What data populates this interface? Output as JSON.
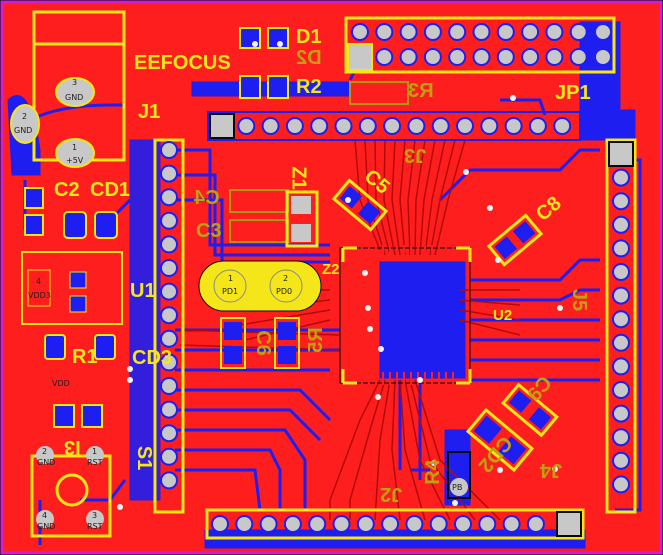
{
  "board": {
    "colors": {
      "top_copper": "#ff1e1e",
      "bottom_copper": "#1e1ef0",
      "silkscreen": "#f5e61a",
      "bottom_silk": "#b49614",
      "pad": "#c8c8c8",
      "outline": "#d21ed2",
      "background": "#0a0a0a"
    }
  },
  "silk": {
    "eefocus": "EEFOCUS",
    "j1": "J1",
    "c2": "C2",
    "cd1": "CD1",
    "u1": "U1",
    "r1": "R1",
    "cd3": "CD3",
    "s1": "S1",
    "d1": "D1",
    "d2": "D2",
    "r2": "R2",
    "r3": "R3",
    "jp1": "JP1",
    "j3": "J3",
    "c4": "C4",
    "c3": "C3",
    "z1": "Z1",
    "c5": "C5",
    "z2": "Z2",
    "c6": "C6",
    "r5": "R5",
    "c8": "C8",
    "u2": "U2",
    "j5": "J5",
    "c9": "C9",
    "cd2": "CD2",
    "r4": "R4",
    "j4": "J4",
    "j2": "J2",
    "i3": "I3"
  },
  "pads": {
    "j1_gnd_top": {
      "num": "3",
      "name": "GND"
    },
    "j1_gnd_left": {
      "num": "2",
      "name": "GND"
    },
    "j1_vcc": {
      "num": "1",
      "name": "+5V"
    },
    "u1_pin4": {
      "num": "4",
      "name": "VDD3"
    },
    "vdd_label": "VDD",
    "z2_pd1": {
      "num": "1",
      "name": "PD1"
    },
    "z2_pd0": {
      "num": "2",
      "name": "PD0"
    },
    "s1_gnd_top": {
      "num": "2",
      "name": "GND"
    },
    "s1_rst_top": {
      "num": "1",
      "name": "RST"
    },
    "s1_gnd_bot": {
      "num": "4",
      "name": "GND"
    },
    "s1_rst_bot": {
      "num": "3",
      "name": "RST"
    },
    "pb_label": "PB"
  }
}
